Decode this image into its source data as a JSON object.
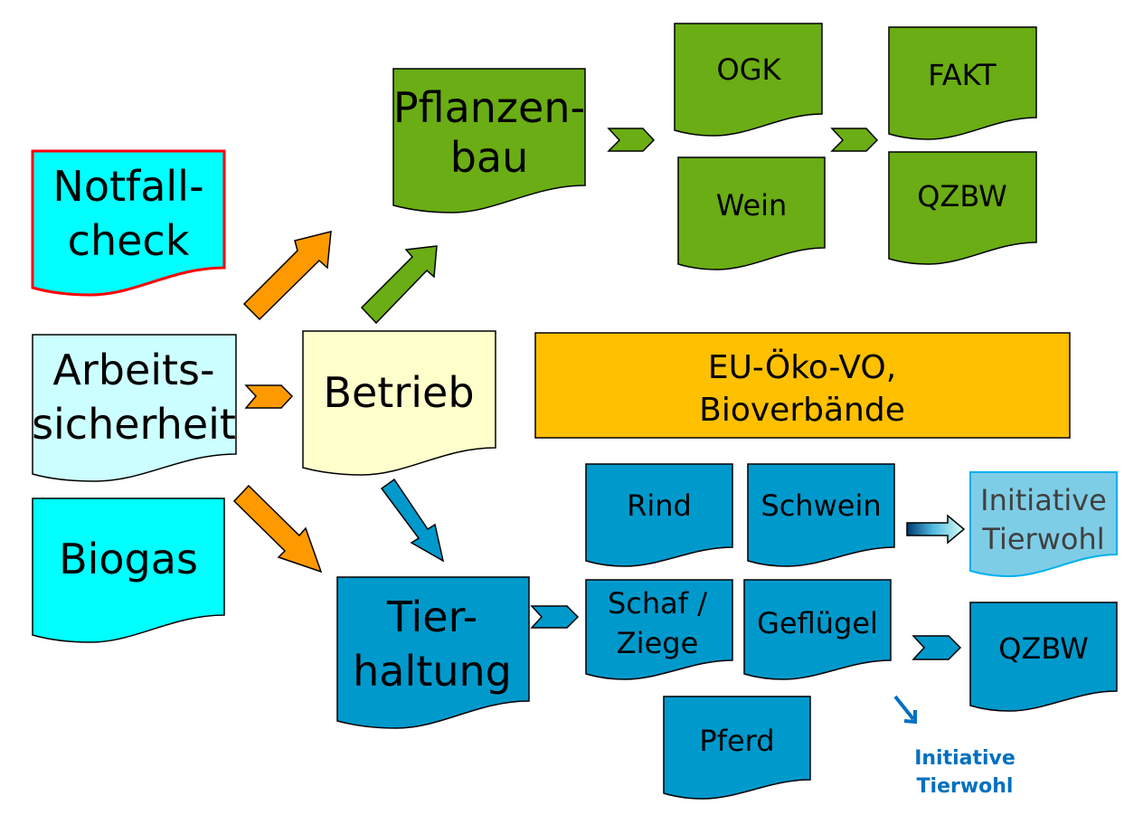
{
  "colors": {
    "cyan": "#00ffff",
    "light_cyan": "#ccffff",
    "light_yellow": "#ffffcc",
    "green": "#6aad14",
    "orange": "#ff9900",
    "gold": "#ffc000",
    "blue": "#0099cc",
    "light_blue": "#7ecde6",
    "red_border": "#ff0000",
    "annotation_blue": "#0070c0"
  },
  "nodes": {
    "notfallcheck": {
      "line1": "Notfall-",
      "line2": "check"
    },
    "arbeitssicherheit": {
      "line1": "Arbeits-",
      "line2": "sicherheit"
    },
    "biogas": {
      "label": "Biogas"
    },
    "betrieb": {
      "label": "Betrieb"
    },
    "pflanzenbau": {
      "line1": "Pflanzen-",
      "line2": "bau"
    },
    "ogk": {
      "label": "OGK"
    },
    "wein": {
      "label": "Wein"
    },
    "fakt": {
      "label": "FAKT"
    },
    "qzbw_top": {
      "label": "QZBW"
    },
    "eu_oeko": {
      "line1": "EU-Öko-VO,",
      "line2": "Bioverbände"
    },
    "tierhaltung": {
      "line1": "Tier-",
      "line2": "haltung"
    },
    "rind": {
      "label": "Rind"
    },
    "schwein": {
      "label": "Schwein"
    },
    "schaf_ziege": {
      "line1": "Schaf /",
      "line2": "Ziege"
    },
    "gefluegel": {
      "label": "Geflügel"
    },
    "pferd": {
      "label": "Pferd"
    },
    "initiative_tierwohl": {
      "line1": "Initiative",
      "line2": "Tierwohl"
    },
    "qzbw_bottom": {
      "label": "QZBW"
    }
  },
  "annotation": {
    "line1": "Initiative",
    "line2": "Tierwohl"
  }
}
